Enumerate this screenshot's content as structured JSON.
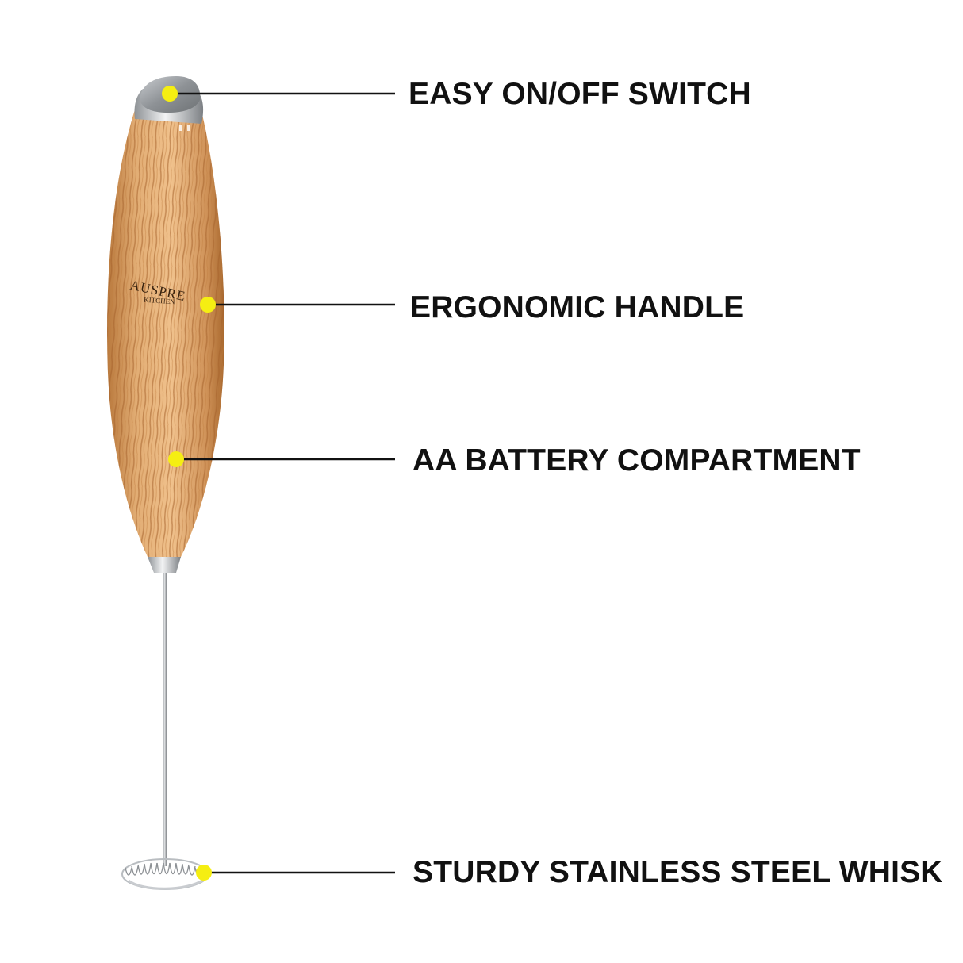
{
  "brand": {
    "name": "AUSPRE",
    "sub": "KITCHEN"
  },
  "callouts": [
    {
      "id": "switch",
      "label": "EASY ON/OFF SWITCH"
    },
    {
      "id": "handle",
      "label": "ERGONOMIC HANDLE"
    },
    {
      "id": "battery",
      "label": "AA BATTERY COMPARTMENT"
    },
    {
      "id": "whisk",
      "label": "STURDY STAINLESS STEEL WHISK"
    }
  ],
  "colors": {
    "marker": "#f5ee12",
    "leader_line": "#111111",
    "label_text": "#111111",
    "wood_base": "#d9a067",
    "wood_grain": "#b77539",
    "steel": "#a8acb0"
  }
}
